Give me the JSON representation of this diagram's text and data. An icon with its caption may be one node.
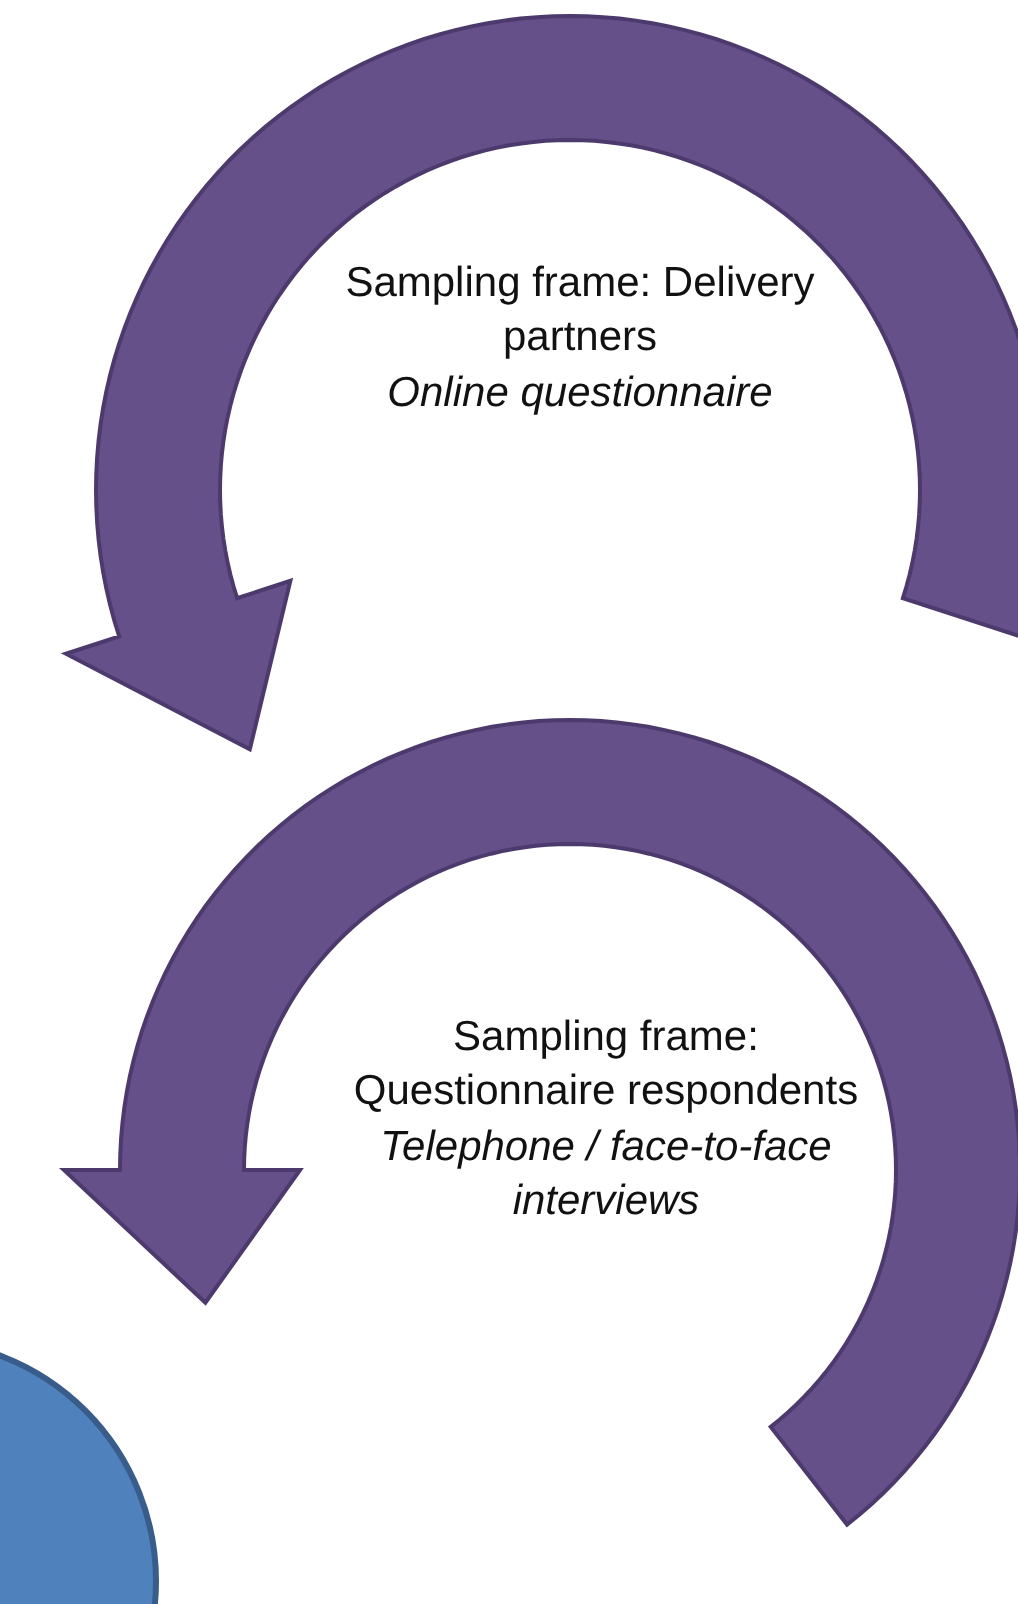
{
  "diagram": {
    "nodes": [
      {
        "text": [
          "Sampling frame: Delivery partners",
          "Online questionnaire"
        ]
      },
      {
        "text": [
          "Sampling frame: Questionnaire respondents",
          "Telephone / face-to-face interviews"
        ]
      },
      {
        "text": [],
        "shape": "circle"
      }
    ]
  }
}
